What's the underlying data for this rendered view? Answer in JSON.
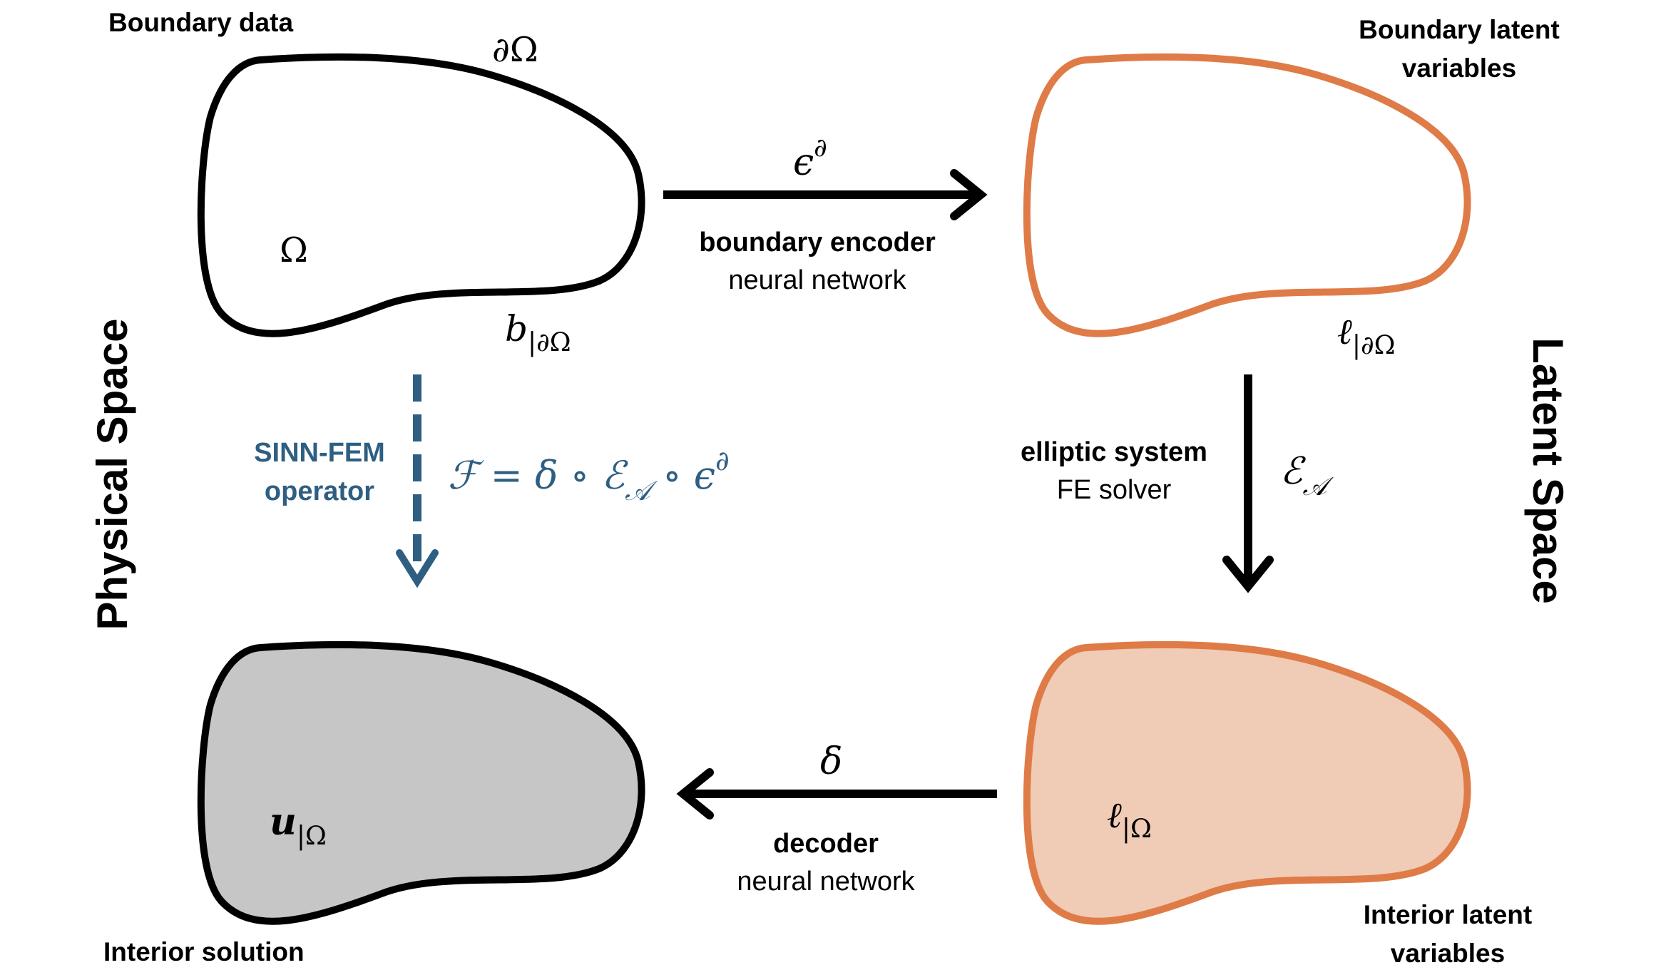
{
  "colors": {
    "black": "#000000",
    "orange": "#df7b47",
    "orange_fill": "#f0cbb5",
    "gray_fill": "#c6c6c6",
    "blue": "#2e5f82"
  },
  "side_labels": {
    "physical": "Physical Space",
    "latent": "Latent Space"
  },
  "domains": {
    "boundary": {
      "title": "Boundary data",
      "omega": "Ω",
      "boundary_symbol": "∂Ω",
      "b": "b",
      "b_sub": "|∂Ω"
    },
    "boundary_latent": {
      "title_line1": "Boundary latent",
      "title_line2": "variables",
      "ell": "ℓ",
      "ell_sub": "|∂Ω"
    },
    "interior_latent": {
      "title_line1": "Interior latent",
      "title_line2": "variables",
      "ell": "ℓ",
      "ell_sub": "|Ω"
    },
    "interior_solution": {
      "title": "Interior solution",
      "u": "u",
      "u_sub": "|Ω"
    }
  },
  "arrows": {
    "encoder": {
      "symbol": "ϵ",
      "symbol_sup": "∂",
      "bold_label": "boundary encoder",
      "label": "neural network"
    },
    "solver": {
      "symbol": "ℰ",
      "symbol_sub": "𝒜",
      "bold_label": "elliptic system",
      "label": "FE solver"
    },
    "decoder": {
      "symbol": "δ",
      "bold_label": "decoder",
      "label": "neural network"
    },
    "operator": {
      "label_line1": "SINN-FEM",
      "label_line2": "operator",
      "formula_main": "ℱ = δ ∘ ℰ",
      "formula_sub": "𝒜",
      "formula_mid": " ∘ ϵ",
      "formula_sup": "∂"
    }
  }
}
